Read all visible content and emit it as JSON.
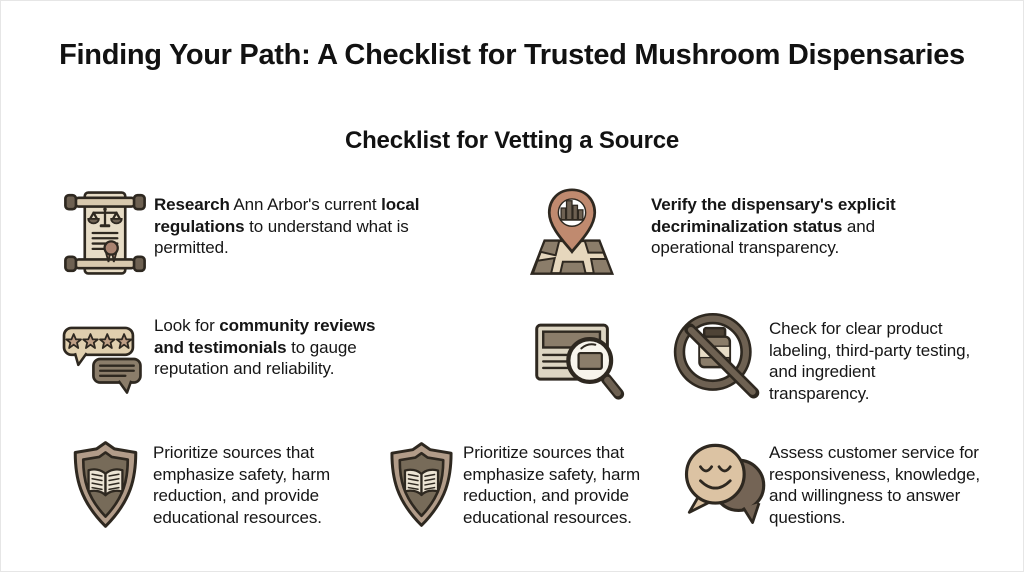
{
  "header": {
    "title": "Finding Your Path: A Checklist for Trusted Mushroom Dispensaries",
    "subtitle": "Checklist for Vetting a Source"
  },
  "checklist": {
    "items": [
      {
        "id": "local-regulations",
        "icon": "legal-scroll-icon",
        "text": [
          {
            "t": "Research",
            "b": true
          },
          {
            "t": " Ann Arbor's current ",
            "b": false
          },
          {
            "t": "local regulations",
            "b": true
          },
          {
            "t": " to understand what is permitted.",
            "b": false
          }
        ]
      },
      {
        "id": "decriminalization-status",
        "icon": "map-pin-icon",
        "text": [
          {
            "t": "Verify the dispensary's explicit decriminalization status",
            "b": true
          },
          {
            "t": " and operational transparency.",
            "b": false
          }
        ]
      },
      {
        "id": "community-reviews",
        "icon": "star-reviews-icon",
        "text": [
          {
            "t": "Look for ",
            "b": false
          },
          {
            "t": "community reviews and testimonials",
            "b": true
          },
          {
            "t": " to gauge reputation and reliability.",
            "b": false
          }
        ]
      },
      {
        "id": "product-labeling",
        "icons": [
          "label-magnifier-icon",
          "no-product-jar-icon"
        ],
        "text": [
          {
            "t": "Check for clear product labeling, third-party testing, and ingredient transparency.",
            "b": false
          }
        ]
      },
      {
        "id": "harm-reduction-left",
        "icon": "shield-book-icon",
        "text": [
          {
            "t": "Prioritize sources that emphasize safety, harm reduction, and provide educational resources.",
            "b": false
          }
        ]
      },
      {
        "id": "harm-reduction-middle",
        "icon": "shield-book-icon",
        "text": [
          {
            "t": "Prioritize sources that emphasize safety, harm reduction, and provide educational resources.",
            "b": false
          }
        ]
      },
      {
        "id": "customer-service",
        "icon": "chat-smiley-icon",
        "text": [
          {
            "t": "Assess customer service for responsiveness, knowledge, and willingness to answer questions.",
            "b": false
          }
        ]
      }
    ]
  },
  "palette": {
    "background": "#ffffff",
    "text": "#161616",
    "outline": "#2e2820",
    "cream": "#e7dcc6",
    "tan": "#e0cfae",
    "tan_light": "#dcc3a3",
    "terracotta": "#c08a6f",
    "brown": "#8b7d6a",
    "brown_dark": "#6e6152",
    "shield_outer": "#b29c89",
    "shield_inner": "#776b59",
    "seal": "#aa8471"
  }
}
